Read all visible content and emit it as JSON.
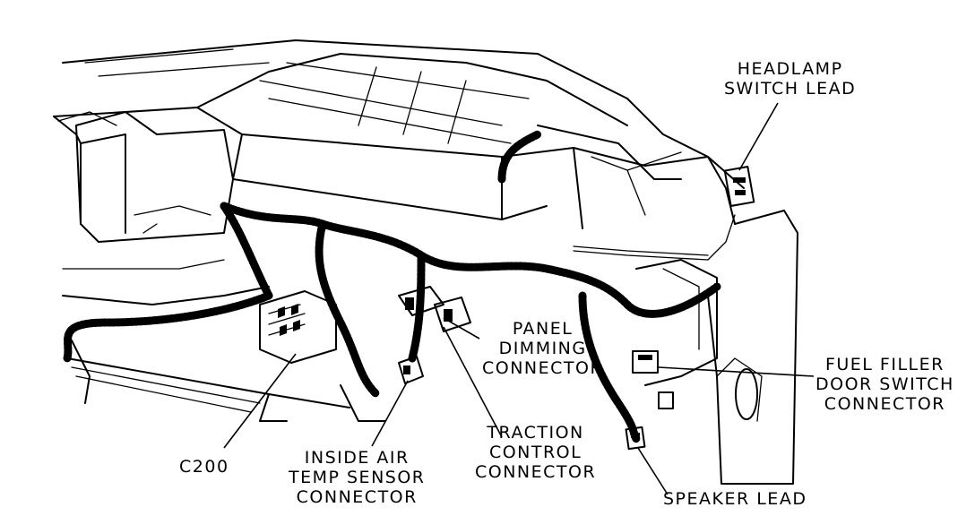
{
  "labels": {
    "headlamp": [
      "HEADLAMP",
      "SWITCH LEAD"
    ],
    "panel_dimming": [
      "PANEL",
      "DIMMING",
      "CONNECTOR"
    ],
    "fuel_filler": [
      "FUEL FILLER",
      "DOOR SWITCH",
      "CONNECTOR"
    ],
    "traction": [
      "TRACTION",
      "CONTROL",
      "CONNECTOR"
    ],
    "c200": "C200",
    "inside_air": [
      "INSIDE AIR",
      "TEMP SENSOR",
      "CONNECTOR"
    ],
    "speaker": "SPEAKER LEAD"
  }
}
